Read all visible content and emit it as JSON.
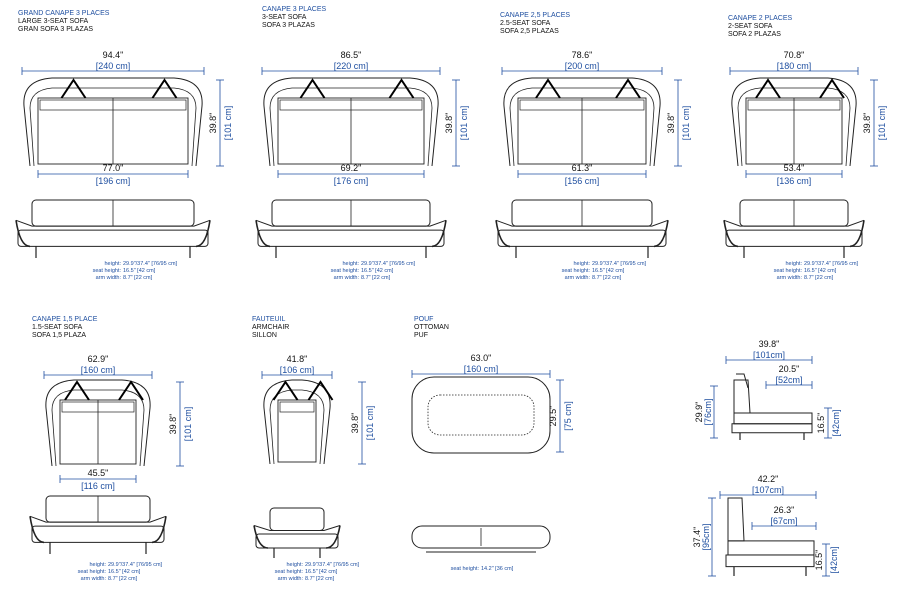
{
  "models": [
    {
      "id": "large-3-seat",
      "fr": "GRAND CANAPE 3 PLACES",
      "en": "LARGE 3-SEAT SOFA",
      "es": "GRAN SOFA 3 PLAZAS",
      "width_in": "94.4\"",
      "width_cm": "[240 cm]",
      "inner_in": "77.0\"",
      "inner_cm": "[196 cm]",
      "depth_in": "39.8\"",
      "depth_cm": "[101 cm]"
    },
    {
      "id": "3-seat",
      "fr": "CANAPE 3 PLACES",
      "en": "3-SEAT SOFA",
      "es": "SOFA 3 PLAZAS",
      "width_in": "86.5\"",
      "width_cm": "[220 cm]",
      "inner_in": "69.2\"",
      "inner_cm": "[176 cm]",
      "depth_in": "39.8\"",
      "depth_cm": "[101 cm]"
    },
    {
      "id": "2-5-seat",
      "fr": "CANAPE 2,5 PLACES",
      "en": "2.5-SEAT SOFA",
      "es": "SOFA 2,5 PLAZAS",
      "width_in": "78.6\"",
      "width_cm": "[200 cm]",
      "inner_in": "61.3\"",
      "inner_cm": "[156 cm]",
      "depth_in": "39.8\"",
      "depth_cm": "[101 cm]"
    },
    {
      "id": "2-seat",
      "fr": "CANAPE 2 PLACES",
      "en": "2-SEAT SOFA",
      "es": "SOFA 2 PLAZAS",
      "width_in": "70.8\"",
      "width_cm": "[180 cm]",
      "inner_in": "53.4\"",
      "inner_cm": "[136 cm]",
      "depth_in": "39.8\"",
      "depth_cm": "[101 cm]"
    },
    {
      "id": "1-5-seat",
      "fr": "CANAPE 1,5 PLACE",
      "en": "1.5-SEAT SOFA",
      "es": "SOFA 1,5 PLAZA",
      "width_in": "62.9\"",
      "width_cm": "[160 cm]",
      "inner_in": "45.5\"",
      "inner_cm": "[116 cm]",
      "depth_in": "39.8\"",
      "depth_cm": "[101 cm]"
    },
    {
      "id": "armchair",
      "fr": "FAUTEUIL",
      "en": "ARMCHAIR",
      "es": "SILLON",
      "width_in": "41.8\"",
      "width_cm": "[106 cm]",
      "depth_in": "39.8\"",
      "depth_cm": "[101 cm]"
    },
    {
      "id": "ottoman",
      "fr": "POUF",
      "en": "OTTOMAN",
      "es": "PUF",
      "width_in": "63.0\"",
      "width_cm": "[160 cm]",
      "depth_in": "29.5\"",
      "depth_cm": "[75 cm]"
    }
  ],
  "specs": {
    "height_label": "height:",
    "height_val": "29.9\"/37.4\" [76/95 cm]",
    "seat_label": "seat height:",
    "seat_val": "16.5\" [42 cm]",
    "arm_label": "arm width:",
    "arm_val": "8.7\" [22 cm]",
    "ottoman_seat_label": "seat height:",
    "ottoman_seat_val": "14.2\" [36 cm]"
  },
  "side_views": [
    {
      "id": "side-low",
      "total_in": "39.8\"",
      "total_cm": "[101cm]",
      "seat_in": "20.5\"",
      "seat_cm": "[52cm]",
      "height_in": "29.9\"",
      "height_cm": "[76cm]",
      "seat_h_in": "16.5\"",
      "seat_h_cm": "[42cm]"
    },
    {
      "id": "side-high",
      "total_in": "42.2\"",
      "total_cm": "[107cm]",
      "seat_in": "26.3\"",
      "seat_cm": "[67cm]",
      "height_in": "37.4\"",
      "height_cm": "[95cm]",
      "seat_h_in": "16.5\"",
      "seat_h_cm": "[42cm]"
    }
  ]
}
